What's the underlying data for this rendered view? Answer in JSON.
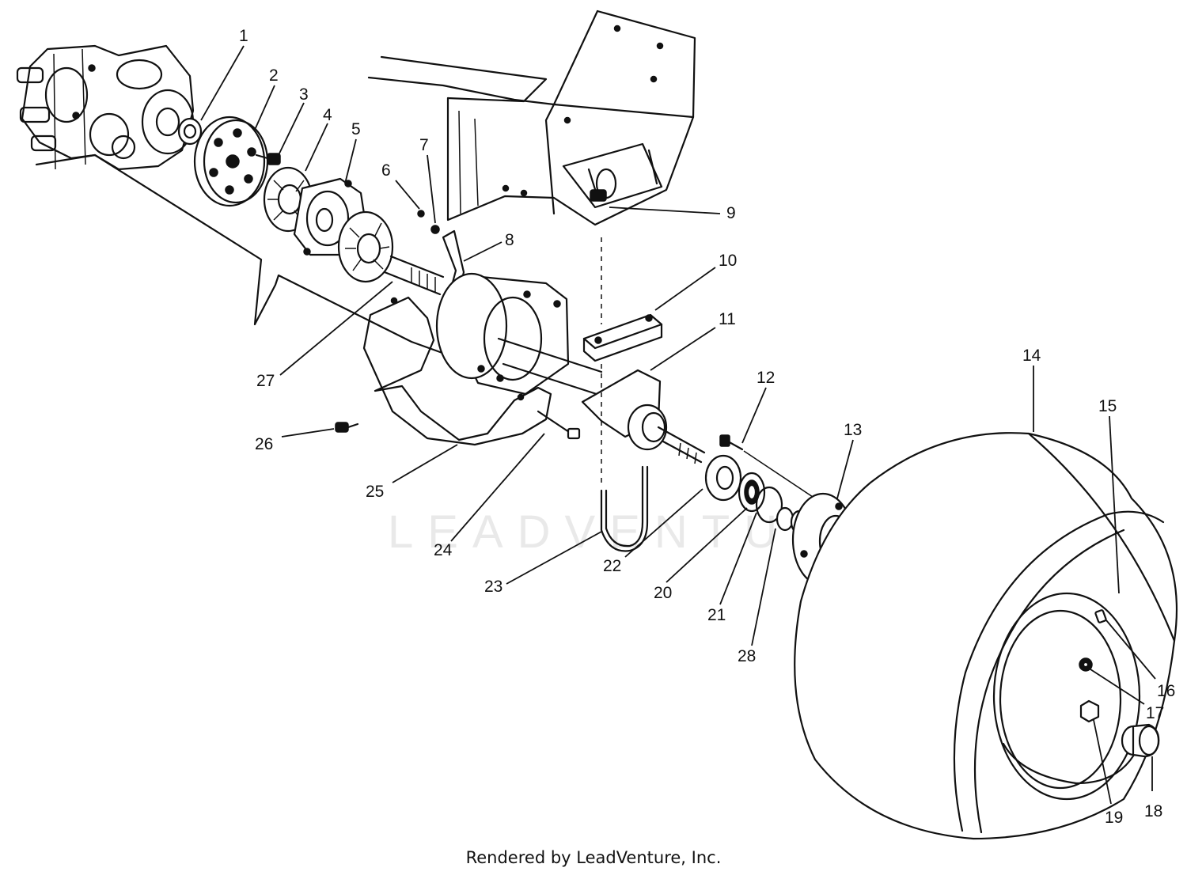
{
  "watermark": "LEADVENTURE",
  "footer": "Rendered by LeadVenture, Inc.",
  "callouts": {
    "p1": "1",
    "p2": "2",
    "p3": "3",
    "p4": "4",
    "p5": "5",
    "p6": "6",
    "p7": "7",
    "p8": "8",
    "p9": "9",
    "p10": "10",
    "p11": "11",
    "p12": "12",
    "p13": "13",
    "p14": "14",
    "p15": "15",
    "p16": "16",
    "p17": "17",
    "p18": "18",
    "p19": "19",
    "p20": "20",
    "p21": "21",
    "p22": "22",
    "p23": "23",
    "p24": "24",
    "p25": "25",
    "p26": "26",
    "p27": "27",
    "p28": "28"
  }
}
